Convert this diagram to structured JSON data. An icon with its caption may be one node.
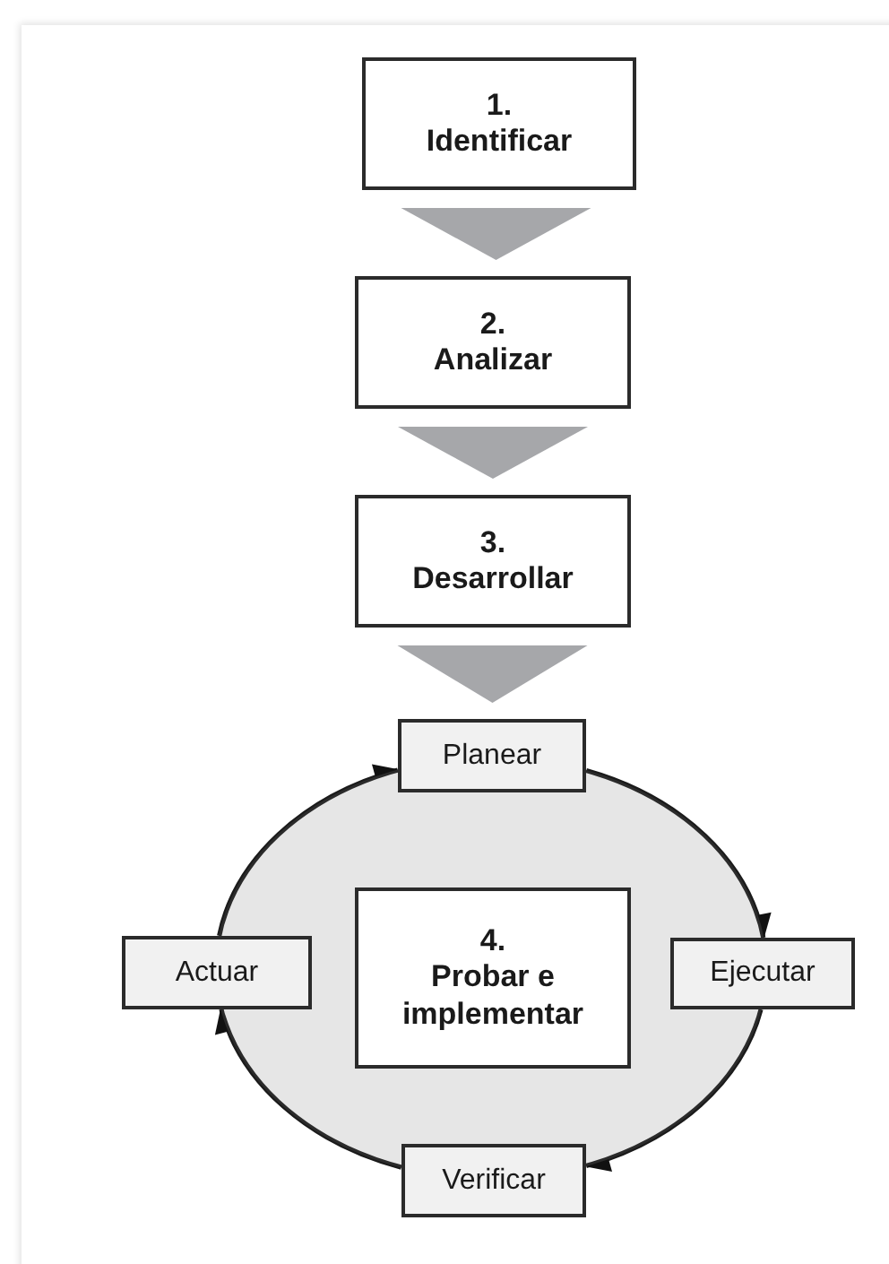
{
  "diagram": {
    "nodes": [
      {
        "text": [
          "1.",
          "Identificar"
        ]
      },
      {
        "text": [
          "2.",
          "Analizar"
        ]
      },
      {
        "text": [
          "3.",
          "Desarrollar"
        ]
      },
      {
        "text": [],
        "shape": "ellipse"
      },
      {
        "text": [
          "Planear"
        ]
      },
      {
        "text": [
          "Actuar"
        ]
      },
      {
        "text": [
          "4.",
          "Probar e implementar"
        ],
        "in": 3
      },
      {
        "text": [
          "Ejecutar"
        ]
      },
      {
        "text": [
          "Verificar"
        ]
      }
    ],
    "edges": [
      {
        "from": 0,
        "to": 1,
        "arrow": "to",
        "style": "thick",
        "color": "#a6a7aa"
      },
      {
        "from": 1,
        "to": 2,
        "arrow": "to",
        "style": "thick",
        "color": "#a6a7aa"
      },
      {
        "from": 2,
        "to": 4,
        "arrow": "to",
        "style": "thick",
        "color": "#a6a7aa"
      },
      {
        "from": 4,
        "to": 7,
        "arrow": "to"
      },
      {
        "from": 7,
        "to": 8,
        "arrow": "to"
      },
      {
        "from": 8,
        "to": 5,
        "arrow": "to"
      },
      {
        "from": 5,
        "to": 4,
        "arrow": "to"
      }
    ]
  }
}
